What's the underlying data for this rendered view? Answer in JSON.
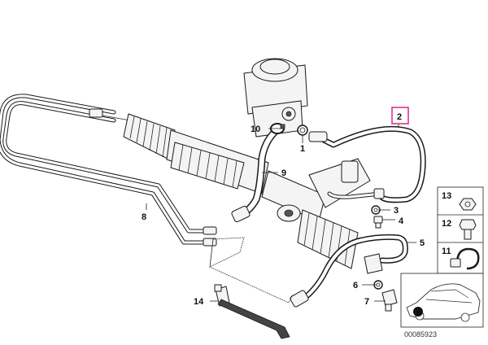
{
  "callouts": {
    "c1": "1",
    "c2": "2",
    "c3": "3",
    "c4": "4",
    "c5": "5",
    "c6": "6",
    "c7": "7",
    "c8": "8",
    "c9": "9",
    "c10": "10",
    "c11": "11",
    "c12": "12",
    "c13": "13",
    "c14": "14"
  },
  "highlighted_callout": "2",
  "highlight_color": "#e0338f",
  "reference_number": "00085923"
}
